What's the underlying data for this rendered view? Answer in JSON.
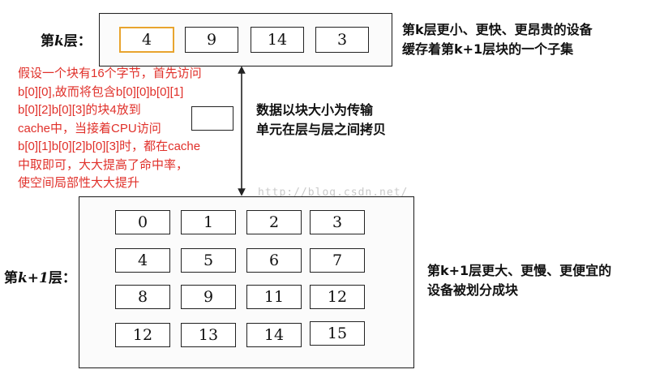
{
  "level_k": {
    "label_prefix": "第",
    "label_var": "k",
    "label_suffix": "层：",
    "blocks": [
      "4",
      "9",
      "14",
      "3"
    ],
    "description": [
      "第k层更小、更快、更昂贵的设备",
      "缓存着第k+1层块的一个子集"
    ]
  },
  "transfer": {
    "description": [
      "数据以块大小为传输",
      "单元在层与层之间拷贝"
    ]
  },
  "level_k1": {
    "label_prefix": "第",
    "label_var": "k+1",
    "label_suffix": "层：",
    "blocks": [
      [
        "0",
        "1",
        "2",
        "3"
      ],
      [
        "4",
        "5",
        "6",
        "7"
      ],
      [
        "8",
        "9",
        "11",
        "12"
      ],
      [
        "12",
        "13",
        "14",
        "15"
      ]
    ],
    "description": [
      "第k+1层更大、更慢、更便宜的",
      "设备被划分成块"
    ]
  },
  "annotation": {
    "lines": [
      "假设一个块有16个字节，首先访问",
      "b[0][0],故而将包含b[0][0]b[0][1]",
      "b[0][2]b[0][3]的块4放到",
      "cache中，当接着CPU访问",
      "b[0][1]b[0][2]b[0][3]时，都在cache",
      "中取即可，大大提高了命中率，",
      "使空间局部性大大提升"
    ],
    "color": "#e0302a"
  },
  "watermark": "http://blog.csdn.net/",
  "colors": {
    "highlight_border": "#e8a42e",
    "box_border": "#222222"
  }
}
